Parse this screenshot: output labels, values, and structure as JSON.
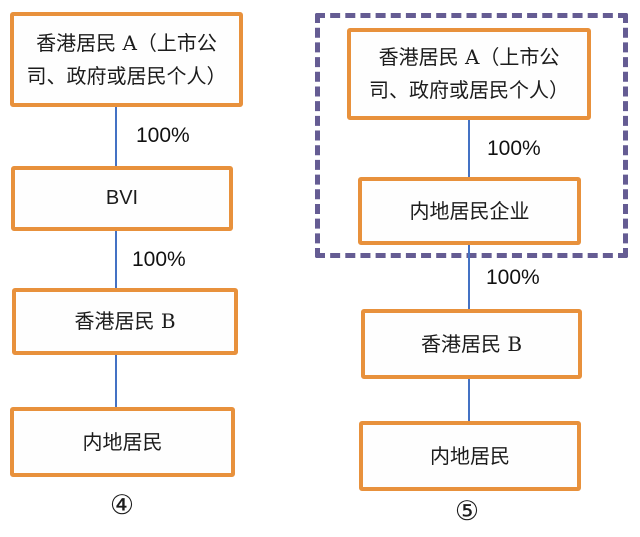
{
  "colors": {
    "box_border_orange": "#E8913C",
    "connector_blue": "#4472C4",
    "dashed_frame_purple": "#655C93",
    "background": "#ffffff",
    "text": "#1c1c1c"
  },
  "left_diagram": {
    "caption": "④",
    "nodes": {
      "hk_resident_a": "香港居民 A（上市公司、政府或居民个人）",
      "bvi": "BVI",
      "hk_resident_b": "香港居民 B",
      "mainland_resident": "内地居民"
    },
    "edge_labels": {
      "a_to_bvi": "100%",
      "bvi_to_b": "100%"
    }
  },
  "right_diagram": {
    "caption": "⑤",
    "nodes": {
      "hk_resident_a": "香港居民 A（上市公司、政府或居民个人）",
      "mainland_resident_enterprise": "内地居民企业",
      "hk_resident_b": "香港居民 B",
      "mainland_resident": "内地居民"
    },
    "edge_labels": {
      "a_to_enterprise": "100%",
      "enterprise_to_b": "100%"
    }
  }
}
